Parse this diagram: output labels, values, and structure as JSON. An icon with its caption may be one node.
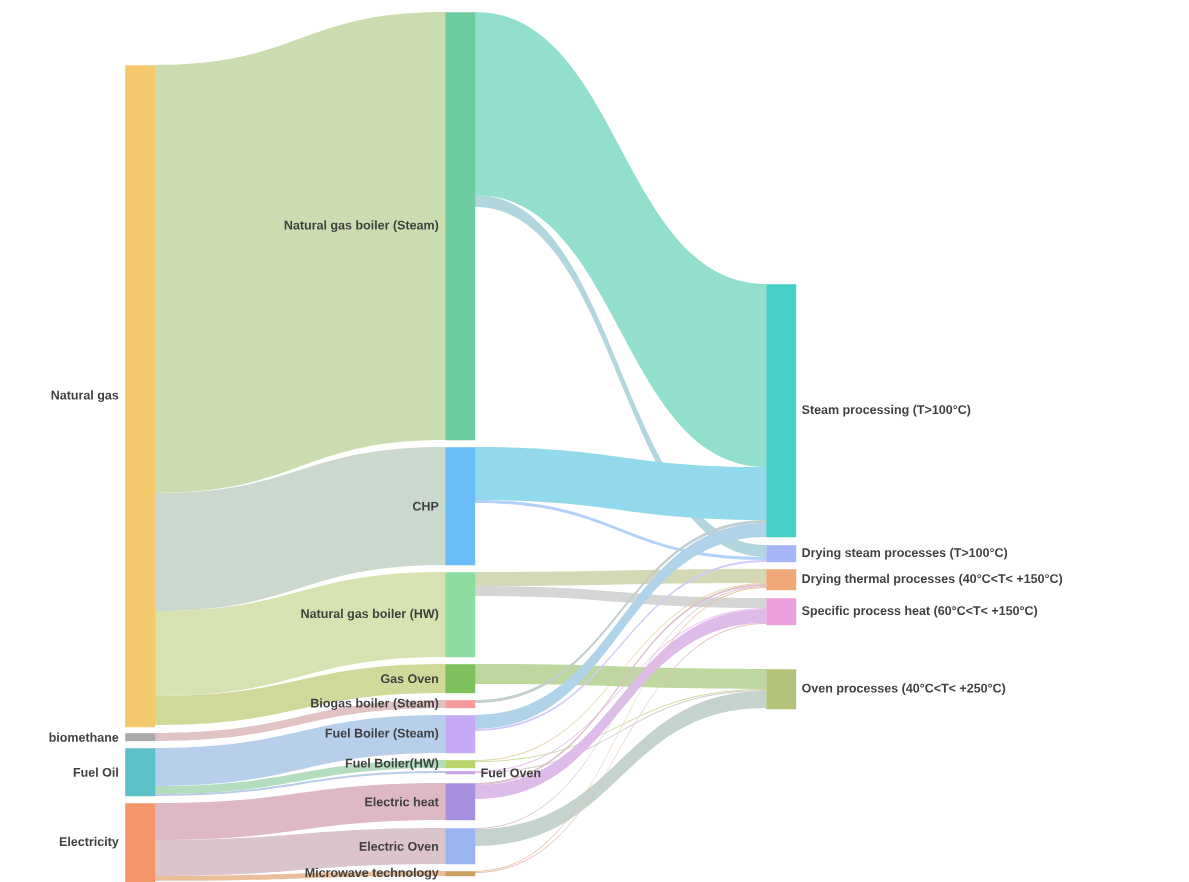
{
  "diagram": {
    "nodes": [
      {
        "text": [
          "Natural gas"
        ]
      },
      {
        "text": [
          "biomethane"
        ]
      },
      {
        "text": [
          "Fuel Oil"
        ]
      },
      {
        "text": [
          "Electricity"
        ]
      },
      {
        "text": [
          "Natural gas boiler (Steam)"
        ]
      },
      {
        "text": [
          "CHP"
        ]
      },
      {
        "text": [
          "Natural gas boiler (HW)"
        ]
      },
      {
        "text": [
          "Gas Oven"
        ]
      },
      {
        "text": [
          "Biogas boiler (Steam)"
        ]
      },
      {
        "text": [
          "Fuel Boiler (Steam)"
        ]
      },
      {
        "text": [
          "Fuel Boiler(HW)"
        ]
      },
      {
        "text": [
          "Fuel Oven"
        ]
      },
      {
        "text": [
          "Electric heat"
        ]
      },
      {
        "text": [
          "Electric Oven"
        ]
      },
      {
        "text": [
          "Microwave technology"
        ]
      },
      {
        "text": [
          "Steam processing (T>100°C)"
        ]
      },
      {
        "text": [
          "Drying steam processes (T>100°C)"
        ]
      },
      {
        "text": [
          "Drying thermal processes (40°C<T< +150°C)"
        ]
      },
      {
        "text": [
          "Specific process heat (60°C<T< +150°C)"
        ]
      },
      {
        "text": [
          "Oven processes (40°C<T< +250°C)"
        ]
      }
    ],
    "edges": [
      {
        "from": 0,
        "to": 4,
        "arrow": "none"
      },
      {
        "from": 0,
        "to": 5,
        "arrow": "none"
      },
      {
        "from": 0,
        "to": 6,
        "arrow": "none"
      },
      {
        "from": 0,
        "to": 7,
        "arrow": "none"
      },
      {
        "from": 1,
        "to": 8,
        "arrow": "none"
      },
      {
        "from": 2,
        "to": 9,
        "arrow": "none"
      },
      {
        "from": 2,
        "to": 10,
        "arrow": "none"
      },
      {
        "from": 2,
        "to": 11,
        "arrow": "none"
      },
      {
        "from": 3,
        "to": 12,
        "arrow": "none"
      },
      {
        "from": 3,
        "to": 13,
        "arrow": "none"
      },
      {
        "from": 3,
        "to": 14,
        "arrow": "none"
      },
      {
        "from": 4,
        "to": 15,
        "arrow": "none"
      },
      {
        "from": 4,
        "to": 16,
        "arrow": "none"
      },
      {
        "from": 5,
        "to": 15,
        "arrow": "none"
      },
      {
        "from": 5,
        "to": 16,
        "arrow": "none"
      },
      {
        "from": 6,
        "to": 17,
        "arrow": "none"
      },
      {
        "from": 6,
        "to": 18,
        "arrow": "none"
      },
      {
        "from": 7,
        "to": 19,
        "arrow": "none"
      },
      {
        "from": 8,
        "to": 15,
        "arrow": "none"
      },
      {
        "from": 9,
        "to": 15,
        "arrow": "none"
      },
      {
        "from": 9,
        "to": 16,
        "arrow": "none"
      },
      {
        "from": 10,
        "to": 17,
        "arrow": "none"
      },
      {
        "from": 10,
        "to": 19,
        "arrow": "none"
      },
      {
        "from": 11,
        "to": 18,
        "arrow": "none"
      },
      {
        "from": 11,
        "to": 19,
        "arrow": "none"
      },
      {
        "from": 12,
        "to": 17,
        "arrow": "none"
      },
      {
        "from": 12,
        "to": 18,
        "arrow": "none"
      },
      {
        "from": 13,
        "to": 17,
        "arrow": "none"
      },
      {
        "from": 13,
        "to": 19,
        "arrow": "none"
      },
      {
        "from": 14,
        "to": 17,
        "arrow": "none"
      },
      {
        "from": 14,
        "to": 18,
        "arrow": "none"
      }
    ]
  }
}
